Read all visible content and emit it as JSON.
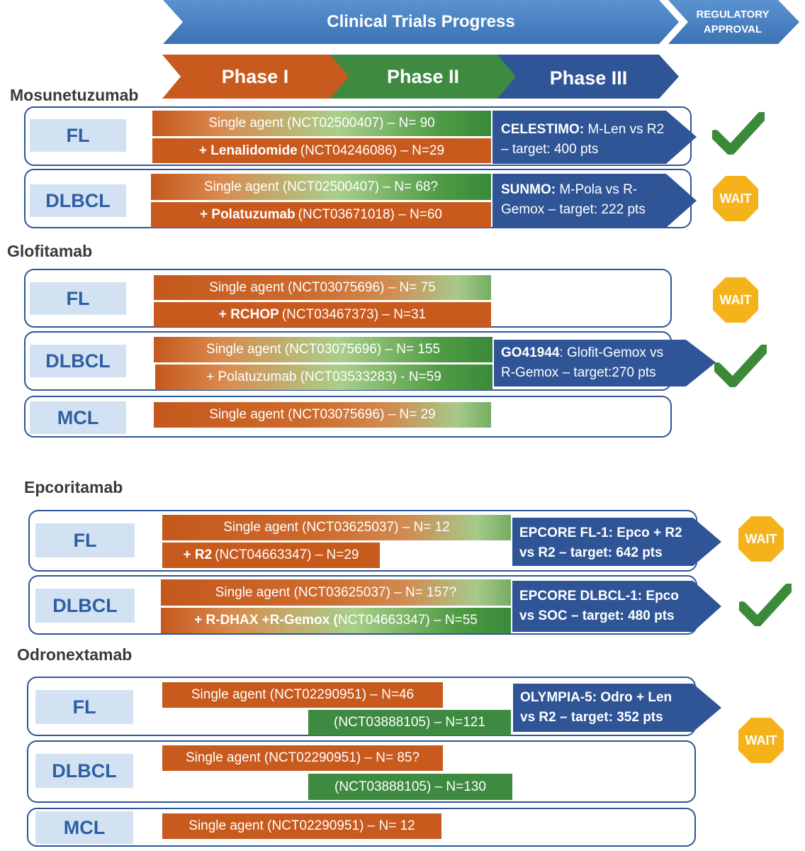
{
  "header": {
    "progress_title": "Clinical Trials Progress",
    "regulatory_line1": "REGULATORY",
    "regulatory_line2": "APPROVAL",
    "phase1": "Phase I",
    "phase2": "Phase II",
    "phase3": "Phase III"
  },
  "colors": {
    "blue": "#2f5597",
    "arrow_blue": "#3a72b5",
    "orange": "#c85a1e",
    "green": "#3e8a41",
    "check": "#3a8a3a",
    "wait": "#f5b31b"
  },
  "drugs": {
    "mosunetuzumab": {
      "name": "Mosunetuzumab",
      "fl": {
        "label": "FL",
        "bar1": "Single agent (NCT02500407) – N= 90",
        "bar2_bold": "+ Lenalidomide",
        "bar2_rest": "(NCT04246086) – N=29",
        "p3_bold": "CELESTIMO:",
        "p3_rest1": " M-Len vs R2",
        "p3_line2": "– target: 400 pts",
        "status": "check"
      },
      "dlbcl": {
        "label": "DLBCL",
        "bar1": "Single agent (NCT02500407) – N= 68?",
        "bar2_bold": "+ Polatuzumab",
        "bar2_rest": "(NCT03671018) – N=60",
        "p3_bold": "SUNMO:",
        "p3_rest1": " M-Pola vs R-",
        "p3_line2": "Gemox – target: 222 pts",
        "status": "WAIT"
      }
    },
    "glofitamab": {
      "name": "Glofitamab",
      "fl": {
        "label": "FL",
        "bar1": "Single agent (NCT03075696) – N= 75",
        "bar2_bold": "+ RCHOP",
        "bar2_rest": "(NCT03467373) – N=31",
        "status": "WAIT"
      },
      "dlbcl": {
        "label": "DLBCL",
        "bar1": "Single agent (NCT03075696) – N= 155",
        "bar2": "+ Polatuzumab (NCT03533283) - N=59",
        "p3_bold": "GO41944",
        "p3_rest1": ": Glofit-Gemox vs",
        "p3_line2": "R-Gemox – target:270 pts",
        "status": "check"
      },
      "mcl": {
        "label": "MCL",
        "bar1": "Single agent (NCT03075696) – N= 29"
      }
    },
    "epcoritamab": {
      "name": "Epcoritamab",
      "fl": {
        "label": "FL",
        "bar1": "Single agent (NCT03625037) – N= 12",
        "bar2_bold": "+ R2",
        "bar2_rest": " (NCT04663347) – N=29",
        "p3_line1": "EPCORE FL-1:  Epco + R2",
        "p3_line2": "vs R2 – target: 642 pts",
        "status": "WAIT"
      },
      "dlbcl": {
        "label": "DLBCL",
        "bar1": "Single agent (NCT03625037) – N= 157?",
        "bar2_bold": "+ R-DHAX +R-Gemox (",
        "bar2_rest": "NCT04663347) – N=55",
        "p3_line1": "EPCORE DLBCL-1:  Epco",
        "p3_line2": "vs SOC – target: 480 pts",
        "status": "check"
      }
    },
    "odronextamab": {
      "name": "Odronextamab",
      "fl": {
        "label": "FL",
        "bar1": "Single agent (NCT02290951) – N=46",
        "bar2": "(NCT03888105) – N=121",
        "p3_line1": "OLYMPIA-5:  Odro + Len",
        "p3_line2": "vs R2 – target: 352 pts"
      },
      "dlbcl": {
        "label": "DLBCL",
        "bar1": "Single agent (NCT02290951) – N= 85?",
        "bar2": "(NCT03888105) – N=130"
      },
      "mcl": {
        "label": "MCL",
        "bar1": "Single agent (NCT02290951) – N= 12"
      },
      "status": "WAIT"
    }
  }
}
